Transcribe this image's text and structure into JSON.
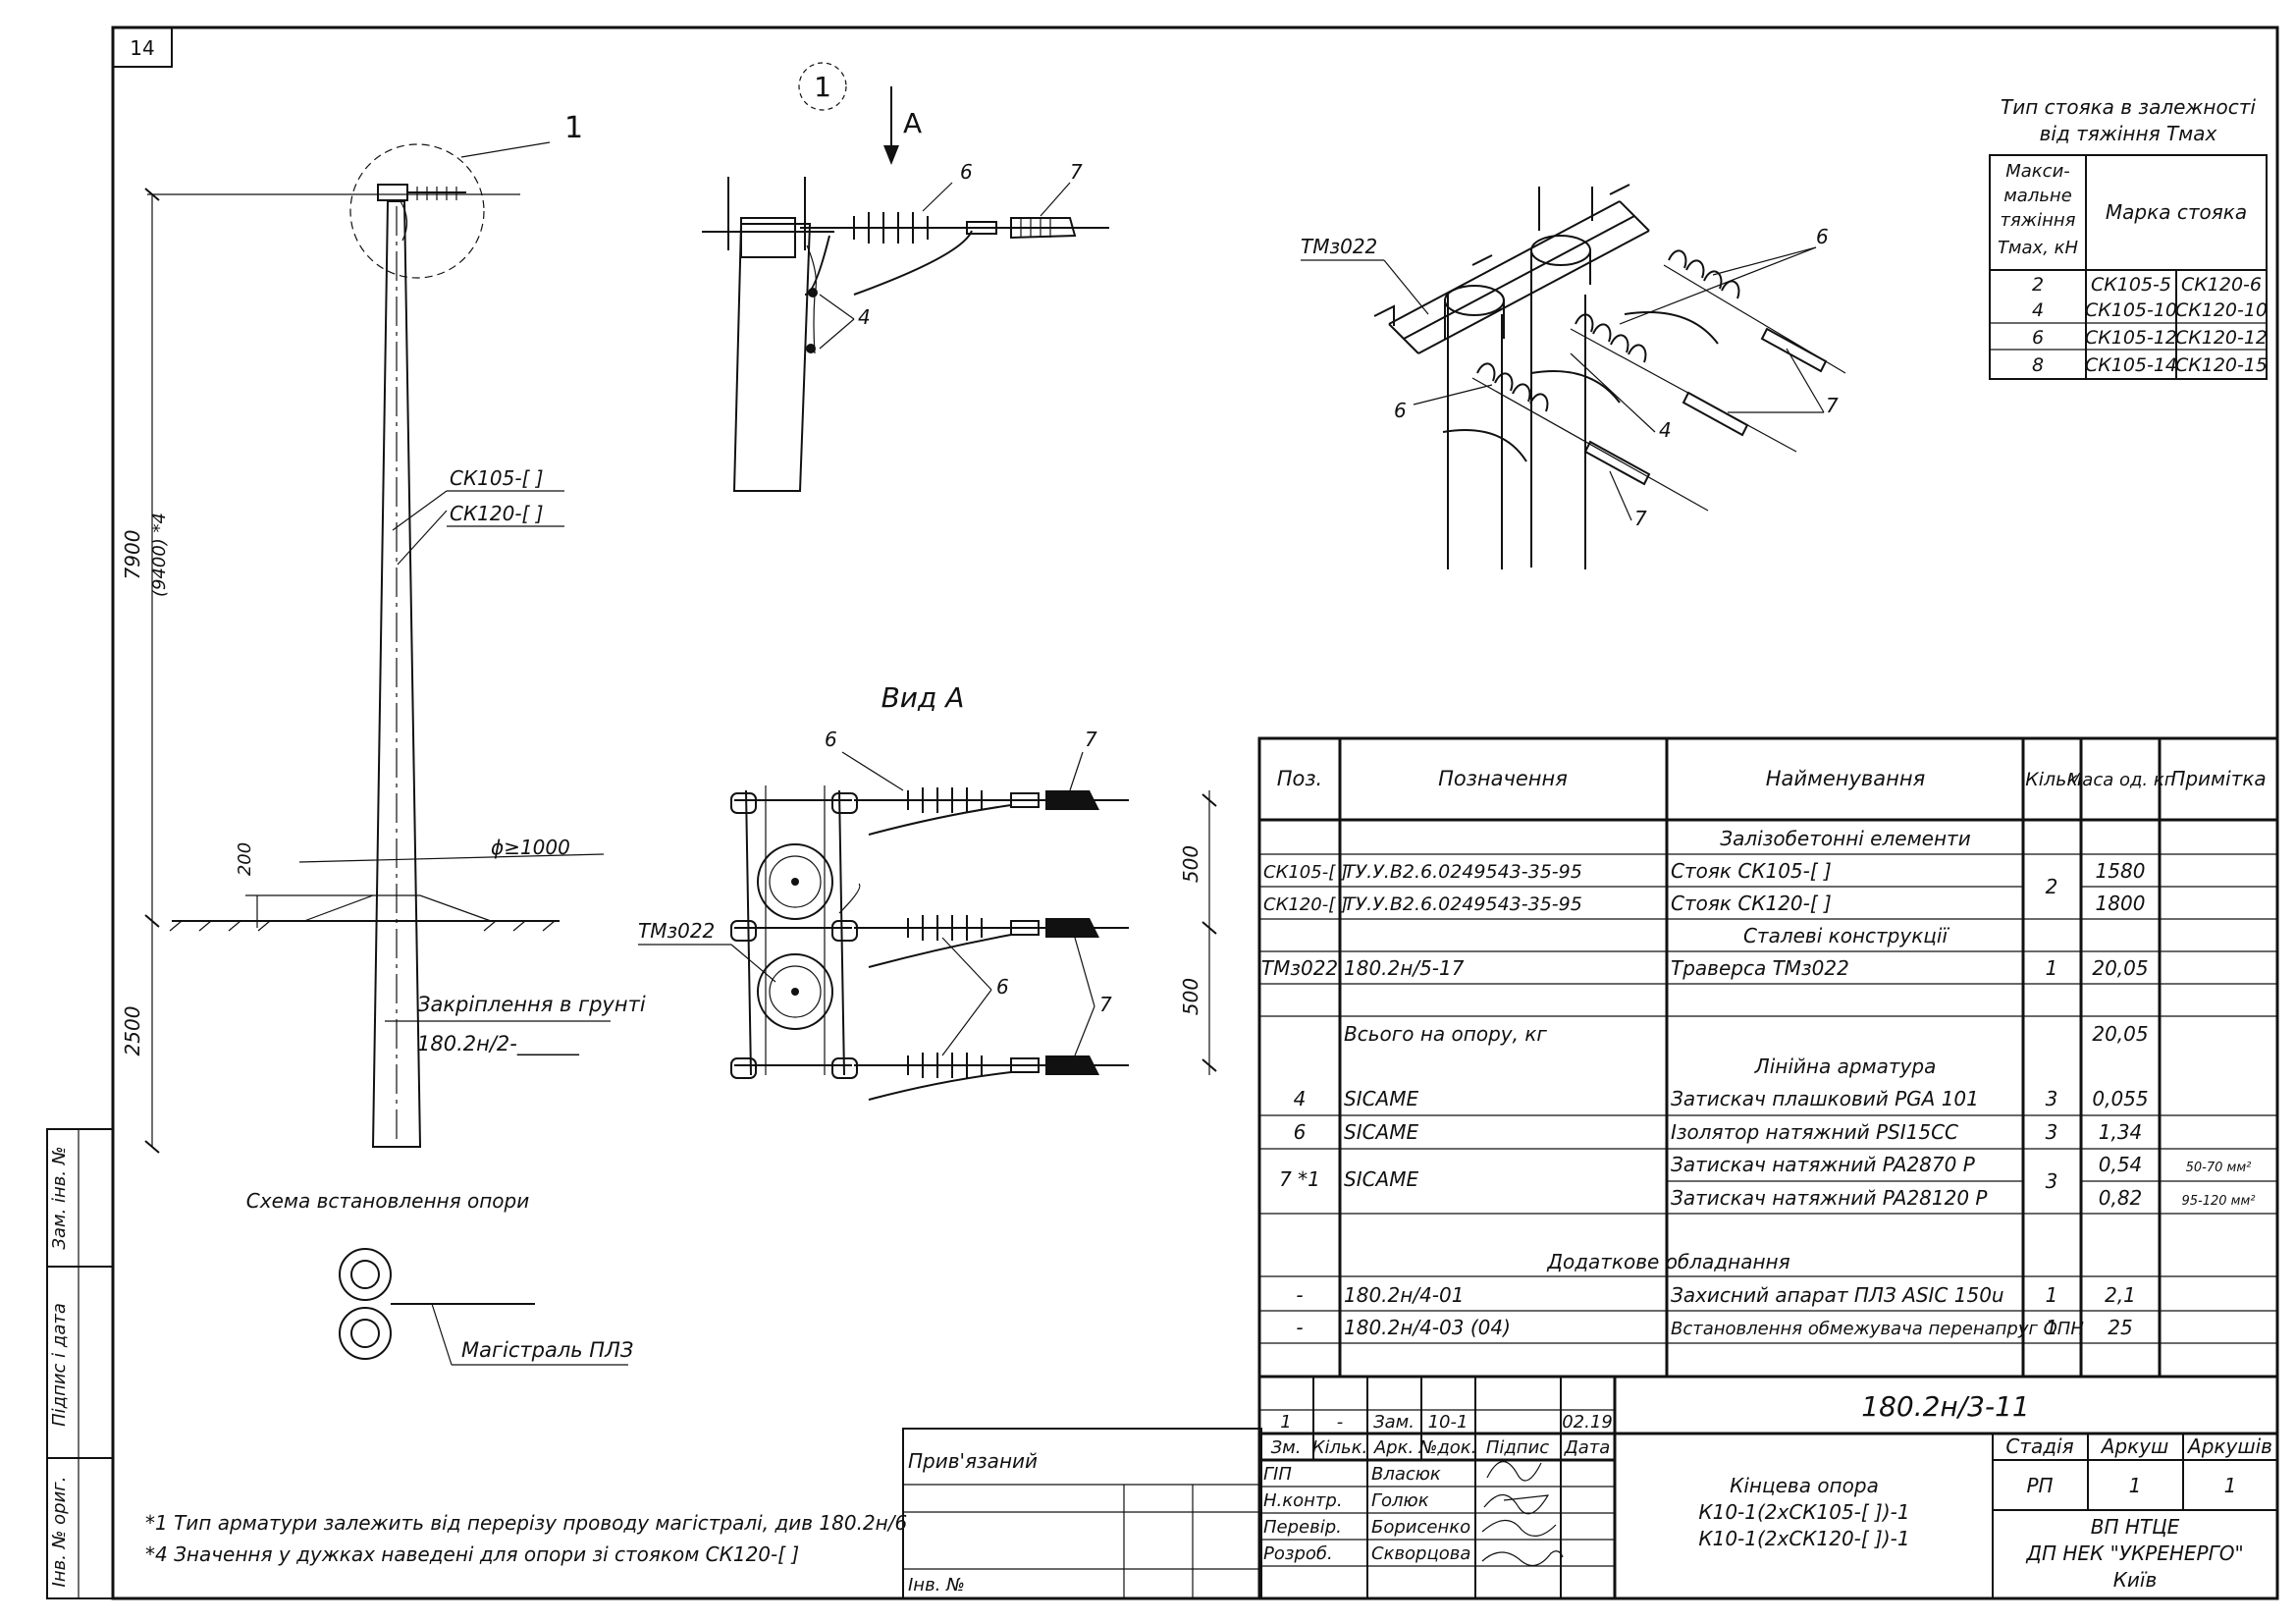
{
  "sheet": {
    "number": "14"
  },
  "main_view": {
    "callout": "1",
    "stand_labels": [
      "СК105-[   ]",
      "СК120-[   ]"
    ],
    "height_dim": "7900",
    "height_dim_alt": "(9400) *4",
    "mound_dim": "200",
    "mound_diam": "ϕ≥1000",
    "depth_dim": "2500",
    "anchoring_label": "Закріплення в грунті",
    "anchoring_ref": "180.2н/2-______"
  },
  "detail_view": {
    "number": "1",
    "arrow_label": "А",
    "labels": [
      "6",
      "7",
      "4"
    ]
  },
  "iso_view": {
    "traverse": "ТМз022",
    "labels": [
      "6",
      "6",
      "4",
      "7",
      "7"
    ]
  },
  "view_a": {
    "title": "Вид А",
    "traverse": "ТМз022",
    "labels": [
      "6",
      "7",
      "6",
      "7"
    ],
    "dims": [
      "500",
      "500"
    ]
  },
  "scheme": {
    "title": "Схема встановлення опори",
    "line_label": "Магістраль ПЛЗ"
  },
  "notes": [
    "*1 Тип арматури залежить від перерізу проводу магістралі, див 180.2н/6",
    "*4 Значення у дужках наведені для опори зі стояком СК120-[  ]"
  ],
  "stand_table": {
    "title_line1": "Тип стояка в залежності",
    "title_line2": "від тяжіння Tмах",
    "head_col1": [
      "Макси-",
      "мальне",
      "тяжіння",
      "Tмах, кН"
    ],
    "head_col2": "Марка стояка",
    "rows": [
      [
        "2",
        "СК105-5",
        "СК120-6"
      ],
      [
        "4",
        "СК105-10",
        "СК120-10"
      ],
      [
        "6",
        "СК105-12",
        "СК120-12"
      ],
      [
        "8",
        "СК105-14",
        "СК120-15"
      ]
    ]
  },
  "spec": {
    "headers": [
      "Поз.",
      "Позначення",
      "Найменування",
      "Кільк",
      "Маса од. кг",
      "Примітка"
    ],
    "sections": {
      "rc": "Залізобетонні елементи",
      "steel": "Сталеві конструкції",
      "fittings": "Лінійна арматура",
      "extra": "Додаткове обладнання"
    },
    "rows": [
      {
        "pos": "СК105-[  ]",
        "des": "ТУ.У.В2.6.0249543-35-95",
        "name": "Стояк СК105-[        ]",
        "qty": "",
        "mass": "1580",
        "note": ""
      },
      {
        "pos": "СК120-[  ]",
        "des": "ТУ.У.В2.6.0249543-35-95",
        "name": "Стояк СК120-[        ]",
        "qty": "",
        "mass": "1800",
        "note": ""
      },
      {
        "pos": "ТМз022",
        "des": "180.2н/5-17",
        "name": "Траверса ТМз022",
        "qty": "1",
        "mass": "20,05",
        "note": ""
      },
      {
        "pos": "",
        "des": "Всього на опору, кг",
        "name": "",
        "qty": "",
        "mass": "20,05",
        "note": ""
      },
      {
        "pos": "4",
        "des": "SICAME",
        "name": "Затискач плашковий PGA 101",
        "qty": "3",
        "mass": "0,055",
        "note": ""
      },
      {
        "pos": "6",
        "des": "SICAME",
        "name": "Ізолятор натяжний PSI15CC",
        "qty": "3",
        "mass": "1,34",
        "note": ""
      },
      {
        "pos": "7 *1",
        "des": "SICAME",
        "name": "Затискач натяжний PA2870 P",
        "qty": "",
        "mass": "0,54",
        "note": "50-70 мм²"
      },
      {
        "pos": "",
        "des": "",
        "name": "Затискач натяжний PA28120 P",
        "qty": "",
        "mass": "0,82",
        "note": "95-120 мм²"
      },
      {
        "pos": "-",
        "des": "180.2н/4-01",
        "name": "Захисний апарат ПЛЗ ASIC 150u",
        "qty": "1",
        "mass": "2,1",
        "note": ""
      },
      {
        "pos": "-",
        "des": "180.2н/4-03 (04)",
        "name": "Встановлення обмежувача перенапруг ОПН",
        "qty": "1",
        "mass": "25",
        "note": ""
      }
    ],
    "merged_qty": [
      "2",
      "3"
    ]
  },
  "side_stamp": [
    "Інв. № ориг.",
    "Підпис і дата",
    "Зам. інв. №"
  ],
  "titleblock": {
    "doc_code": "180.2н/3-11",
    "rev": [
      "1",
      "-",
      "Зам.",
      "10-1",
      "",
      "02.19"
    ],
    "rev_head": [
      "Зм.",
      "Кільк.",
      "Арк.",
      "№док.",
      "Підпис",
      "Дата"
    ],
    "attached": "Прив'язаний",
    "inv": "Інв. №",
    "roles": [
      "ГІП",
      "Н.контр.",
      "Перевір.",
      "Розроб."
    ],
    "names": [
      "Власюк",
      "Голюк",
      "Борисенко",
      "Скворцова"
    ],
    "title_lines": [
      "Кінцева опора",
      "К10-1(2хСК105-[  ])-1",
      "К10-1(2хСК120-[  ])-1"
    ],
    "stage_head": [
      "Стадія",
      "Аркуш",
      "Аркушів"
    ],
    "stage_vals": [
      "РП",
      "1",
      "1"
    ],
    "org": [
      "ВП НТЦЕ",
      "ДП НЕК \"УКРЕНЕРГО\"",
      "Київ"
    ]
  }
}
